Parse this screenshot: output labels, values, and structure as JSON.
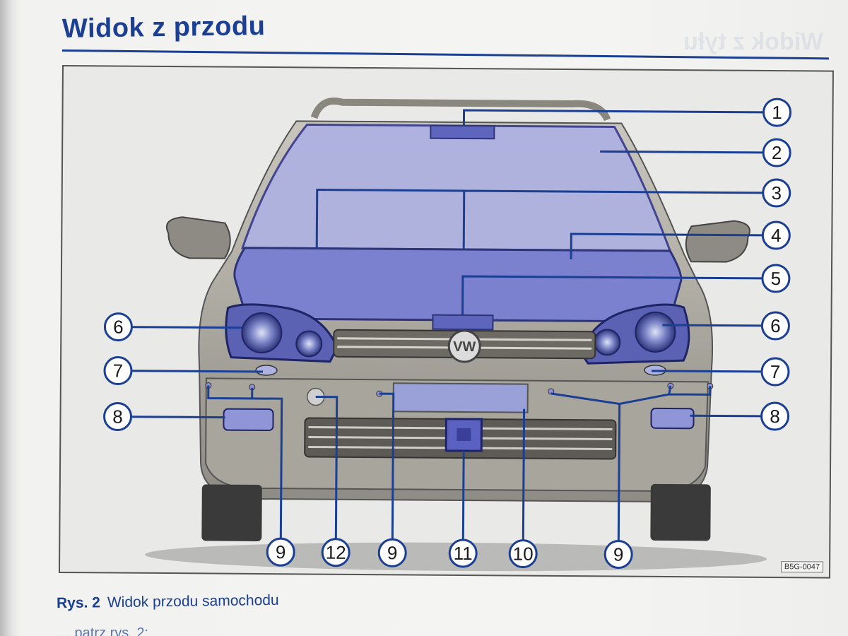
{
  "page": {
    "title": "Widok z przodu",
    "figure_code": "B5G-0047",
    "caption_prefix": "Rys. 2",
    "caption_text": "Widok przodu samochodu",
    "cut_text": "… patrz rys. 2:"
  },
  "callouts": [
    "1",
    "2",
    "3",
    "4",
    "5",
    "6",
    "7",
    "8",
    "9",
    "10",
    "11",
    "12"
  ],
  "colors": {
    "brand_blue": "#1b3f93",
    "highlight_blue": "#6f76c9",
    "car_body": "#b7b3aa"
  }
}
